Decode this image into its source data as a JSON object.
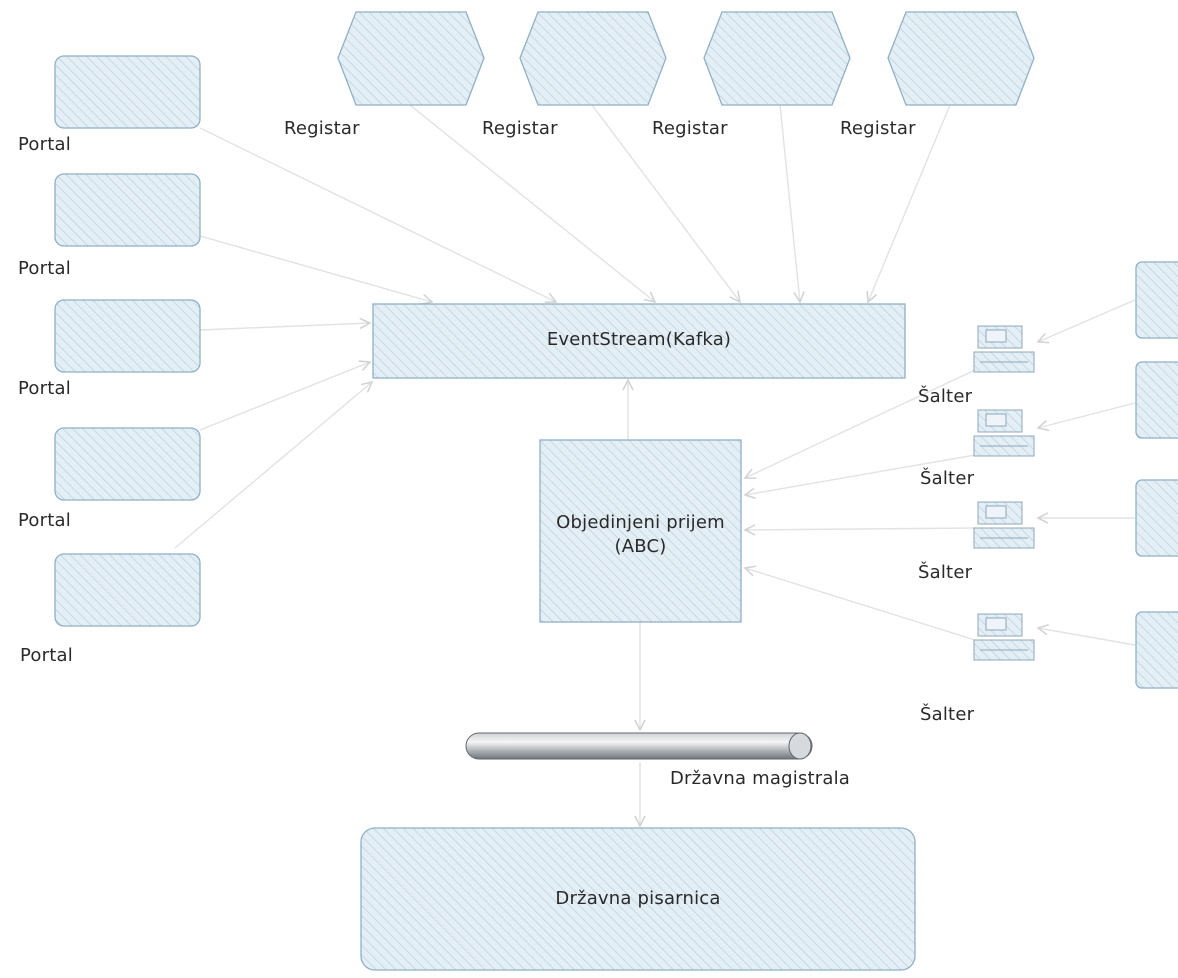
{
  "diagram": {
    "portals": [
      {
        "label": "Portal"
      },
      {
        "label": "Portal"
      },
      {
        "label": "Portal"
      },
      {
        "label": "Portal"
      },
      {
        "label": "Portal"
      }
    ],
    "registers": [
      {
        "label": "Registar"
      },
      {
        "label": "Registar"
      },
      {
        "label": "Registar"
      },
      {
        "label": "Registar"
      }
    ],
    "counters": [
      {
        "label": "Šalter"
      },
      {
        "label": "Šalter"
      },
      {
        "label": "Šalter"
      },
      {
        "label": "Šalter"
      }
    ],
    "event_stream": {
      "label": "EventStream(Kafka)"
    },
    "unified_intake": {
      "line1": "Objedinjeni prijem",
      "line2": "(ABC)"
    },
    "state_bus": {
      "label": "Državna magistrala"
    },
    "state_registry": {
      "label": "Državna pisarnica"
    }
  },
  "colors": {
    "fill": "#dbe8f0",
    "hatch": "#b9d0de",
    "stroke": "#8fb0c6",
    "arrow": "#e2e2e2",
    "text": "#2a2a2a"
  }
}
